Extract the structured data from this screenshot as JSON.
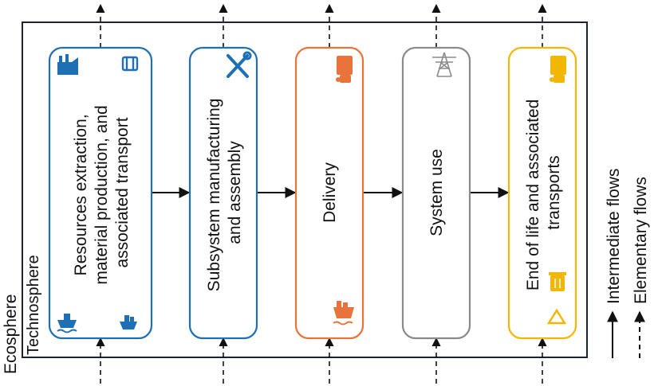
{
  "labels": {
    "ecosphere": "Ecosphere",
    "technosphere": "Technosphere"
  },
  "stages": [
    {
      "id": "resources",
      "lines": [
        "Resources extraction,",
        "material production, and",
        "associated transport"
      ],
      "color": "#1f6fb5"
    },
    {
      "id": "manufacturing",
      "lines": [
        "Subsystem manufacturing",
        "and assembly"
      ],
      "color": "#1f6fb5"
    },
    {
      "id": "delivery",
      "lines": [
        "Delivery"
      ],
      "color": "#e8743b"
    },
    {
      "id": "use",
      "lines": [
        "System use"
      ],
      "color": "#8a8a8a"
    },
    {
      "id": "eol",
      "lines": [
        "End of life and associated",
        "transports"
      ],
      "color": "#f2b705"
    }
  ],
  "legend": {
    "intermediate": "Intermediate flows",
    "elementary": "Elementary flows"
  },
  "icons": {
    "resources": [
      "factory-icon",
      "mining-cart-icon",
      "ship-icon",
      "boat-icon"
    ],
    "manufacturing": [
      "tools-icon"
    ],
    "delivery": [
      "truck-icon",
      "cargo-ship-icon"
    ],
    "use": [
      "power-pylon-icon"
    ],
    "eol": [
      "truck-icon",
      "trash-bin-icon",
      "recycle-icon"
    ]
  }
}
